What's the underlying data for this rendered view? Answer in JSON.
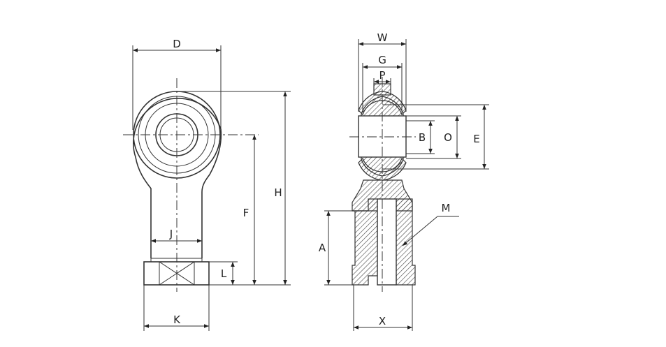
{
  "labels": {
    "D": "D",
    "H": "H",
    "F": "F",
    "J": "J",
    "L": "L",
    "K": "K",
    "W": "W",
    "G": "G",
    "P": "P",
    "B": "B",
    "O": "O",
    "E": "E",
    "M": "M",
    "A": "A",
    "X": "X"
  }
}
